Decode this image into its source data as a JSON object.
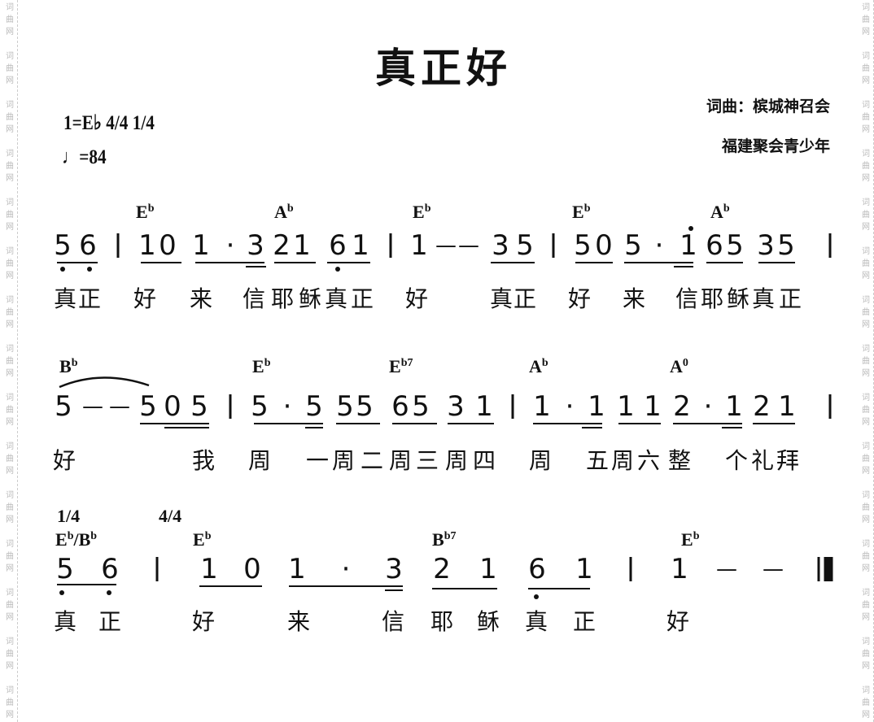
{
  "watermark": "词曲网",
  "title": "真正好",
  "key_signature": "1=E♭  4/4 1/4",
  "tempo": "♩=84",
  "credits": [
    "词曲：槟城神召会",
    "福建聚会青少年"
  ],
  "lines": [
    {
      "time_signatures": [],
      "chords": [
        {
          "root": "E",
          "sup": "b"
        },
        {
          "root": "A",
          "sup": "b"
        },
        {
          "root": "E",
          "sup": "b"
        },
        {
          "root": "E",
          "sup": "b"
        },
        {
          "root": "A",
          "sup": "b"
        }
      ],
      "notes": [
        "5",
        "6",
        "|",
        "1",
        "0",
        "1",
        "·",
        "3",
        "2",
        "1",
        "6",
        "1",
        "|",
        "1",
        "—",
        "—",
        "3",
        "5",
        "|",
        "5",
        "0",
        "5",
        "·",
        "1",
        "6",
        "5",
        "3",
        "5",
        "|"
      ],
      "lyrics": [
        "真",
        "正",
        "好",
        "来",
        "信",
        "耶",
        "稣",
        "真",
        "正",
        "好",
        "真",
        "正",
        "好",
        "来",
        "信",
        "耶",
        "稣",
        "真",
        "正"
      ]
    },
    {
      "time_signatures": [],
      "chords": [
        {
          "root": "B",
          "sup": "b"
        },
        {
          "root": "E",
          "sup": "b"
        },
        {
          "root": "E",
          "sup": "b7"
        },
        {
          "root": "A",
          "sup": "b"
        },
        {
          "root": "A",
          "sup": "0"
        }
      ],
      "notes": [
        "5",
        "—",
        "—",
        "5",
        "0",
        "5",
        "|",
        "5",
        "·",
        "5",
        "5",
        "5",
        "6",
        "5",
        "3",
        "1",
        "|",
        "1",
        "·",
        "1",
        "1",
        "1",
        "2",
        "·",
        "1",
        "2",
        "1",
        "|"
      ],
      "lyrics": [
        "好",
        "我",
        "周",
        "一",
        "周",
        "二",
        "周",
        "三",
        "周",
        "四",
        "周",
        "五",
        "周",
        "六",
        "整",
        "个",
        "礼",
        "拜"
      ]
    },
    {
      "time_signatures": [
        "1/4",
        "4/4"
      ],
      "chords": [
        {
          "root": "E",
          "sup": "b",
          "slash": "/B",
          "sup2": "b"
        },
        {
          "root": "E",
          "sup": "b"
        },
        {
          "root": "B",
          "sup": "b7"
        },
        {
          "root": "E",
          "sup": "b"
        }
      ],
      "notes": [
        "5",
        "6",
        "|",
        "1",
        "0",
        "1",
        "·",
        "3",
        "2",
        "1",
        "6",
        "1",
        "|",
        "1",
        "—",
        "—",
        "||"
      ],
      "lyrics": [
        "真",
        "正",
        "好",
        "来",
        "信",
        "耶",
        "稣",
        "真",
        "正",
        "好"
      ]
    }
  ]
}
